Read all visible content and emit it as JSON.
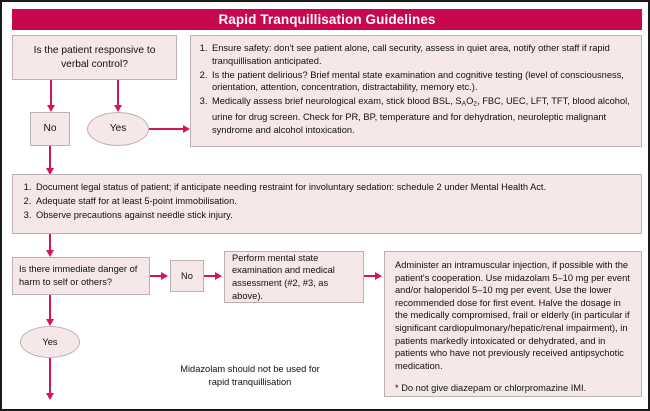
{
  "header": {
    "title": "Rapid Tranquillisation Guidelines",
    "bar_color": "#c8074f",
    "text_color": "#ffffff"
  },
  "theme": {
    "box_fill": "#f6e7e8",
    "box_border": "#bdb0b0",
    "arrow_color": "#d6145e",
    "frame_border": "#1a1a1a",
    "text_color": "#111111"
  },
  "nodes": {
    "q1": {
      "label": "Is the patient responsive to verbal control?",
      "shape": "box",
      "type": "decision"
    },
    "q1_no": {
      "label": "No",
      "shape": "box"
    },
    "q1_yes": {
      "label": "Yes",
      "shape": "oval"
    },
    "q2": {
      "label": "Is there immediate danger of harm to self or others?",
      "shape": "box",
      "type": "decision"
    },
    "q2_no": {
      "label": "No",
      "shape": "box"
    },
    "q2_yes": {
      "label": "Yes",
      "shape": "oval"
    },
    "mental_state": {
      "label": "Perform mental state examination and medical assessment (#2, #3, as above).",
      "shape": "box"
    }
  },
  "assessment_steps": {
    "items": [
      "Ensure safety: don't see patient alone, call security, assess in quiet area, notify other staff if rapid tranquillisation anticipated.",
      "Is the patient delirious? Brief mental state examination and cognitive testing (level of consciousness, orientation, attention, concentration, distractability, memory etc.).",
      "Medically assess brief neurological exam, stick blood BSL, SAO2, FBC, UEC, LFT, TFT, blood alcohol, urine for drug screen. Check for PR, BP, temperature and for dehydration, neuroleptic malignant syndrome and alcohol intoxication."
    ],
    "item3_parts": {
      "before": "Medically assess brief neurological exam, stick blood BSL, S",
      "sub1": "A",
      "mid": "O",
      "sub2": "2",
      "after": ", FBC, UEC, LFT, TFT, blood alcohol, urine for drug screen. Check for PR, BP, temperature and for dehydration, neuroleptic malignant syndrome and alcohol intoxication."
    }
  },
  "legal_steps": {
    "items": [
      "Document legal status of patient; if anticipate needing restraint for involuntary sedation: schedule 2 under Mental Health Act.",
      "Adequate staff for at least 5-point immobilisation.",
      "Observe precautions against needle stick injury."
    ]
  },
  "administer": {
    "paragraph": "Administer an intramuscular injection, if possible with the patient's cooperation. Use midazolam 5–10 mg per event and/or haloperidol 5–10 mg per event. Use the lower recommended dose for first event. Halve the dosage in the medically compromised, frail or elderly (in particular if significant cardiopulmonary/hepatic/renal impairment), in patients markedly intoxicated or dehydrated, and in patients who have not previously received antipsychotic medication.",
    "footnote": "* Do not give diazepam or chlorpromazine IMI."
  },
  "notes": {
    "midazolam_warning_line1": "Midazolam should not be used for",
    "midazolam_warning_line2": "rapid tranquillisation"
  }
}
